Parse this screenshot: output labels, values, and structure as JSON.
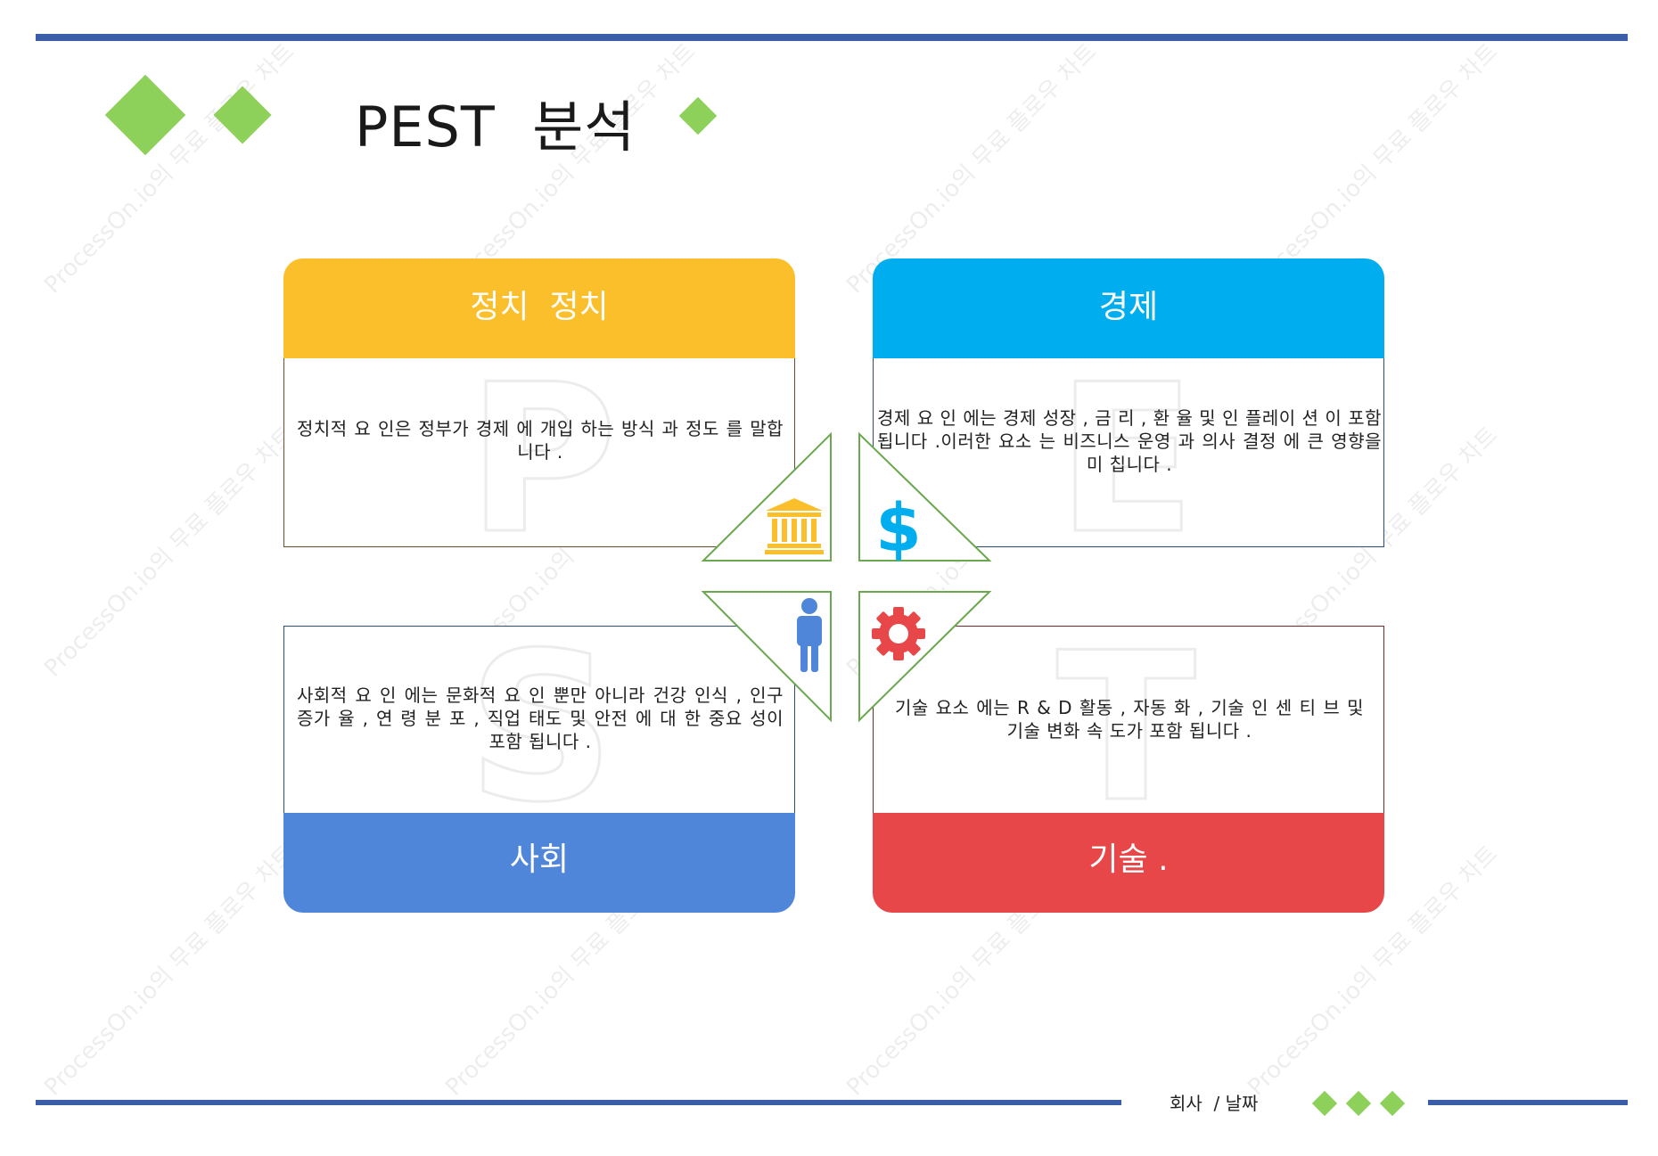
{
  "title": "PEST  분석",
  "footer": {
    "company_date": "회사  / 날짜"
  },
  "watermark": "ProcessOn.io의 무료 플로우 차트",
  "colors": {
    "rule": "#3a5ea8",
    "diamond": "#8dd05a",
    "political": "#fcbf2c",
    "economic": "#00aeef",
    "social": "#4f86d9",
    "technology": "#e84749"
  },
  "cards": {
    "political": {
      "heading": "정치  정치",
      "letter": "P",
      "text": "정치적  요 인은  정부가  경제 에  개입 하는  방식 과  정도 를  말합니다 ."
    },
    "economic": {
      "heading": "경제",
      "letter": "E",
      "text": "경제  요 인 에는  경제  성장 , 금 리 , 환 율  및  인 플레이 션 이  포함 됩니다 .이러한  요소 는  비즈니스  운영 과  의사  결정 에  큰  영향을  미 칩니다 ."
    },
    "social": {
      "heading": "사회",
      "letter": "S",
      "text": "사회적  요 인 에는  문화적  요 인 뿐만  아니라  건강  인식 , 인구  증가 율 , 연 령  분 포 , 직업  태도  및  안전 에  대 한  중요 성이  포함 됩니다 ."
    },
    "technology": {
      "heading": "기술 .",
      "letter": "T",
      "text": "기술  요소 에는  R  &  D  활동 , 자동 화 , 기술  인 센 티 브  및  기술  변화  속 도가  포함 됩니다 ."
    }
  },
  "icons": {
    "political": "government-building-icon",
    "economic": "dollar-sign-icon",
    "social": "person-icon",
    "technology": "gear-icon"
  }
}
